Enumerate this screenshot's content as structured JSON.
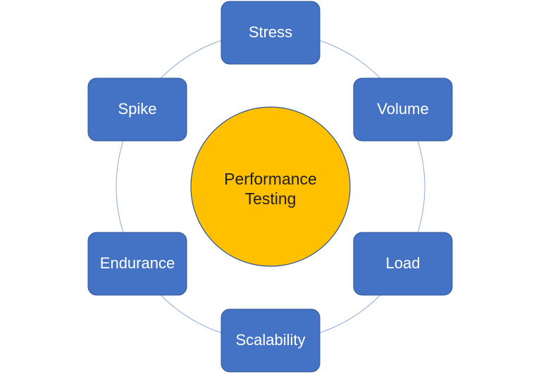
{
  "center": {
    "line1": "Performance",
    "line2": "Testing"
  },
  "nodes": [
    {
      "id": "stress",
      "label": "Stress"
    },
    {
      "id": "volume",
      "label": "Volume"
    },
    {
      "id": "load",
      "label": "Load"
    },
    {
      "id": "scalability",
      "label": "Scalability"
    },
    {
      "id": "endurance",
      "label": "Endurance"
    },
    {
      "id": "spike",
      "label": "Spike"
    }
  ],
  "colors": {
    "node_fill": "#4472C4",
    "node_border": "#2F5597",
    "center_fill": "#FFC000",
    "center_border": "#2F5597",
    "ring": "#8FAADC",
    "node_text": "#FFFFFF",
    "center_text": "#1F1F1F"
  }
}
